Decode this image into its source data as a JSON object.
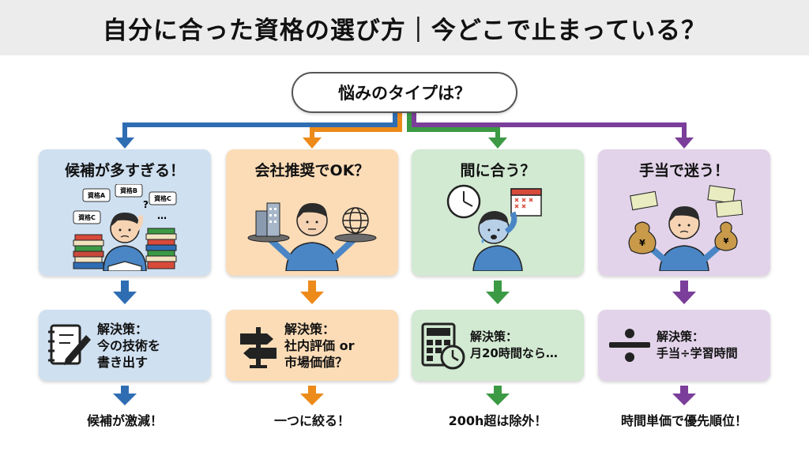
{
  "title": "自分に合った資格の選び方｜今どこで止まっている？",
  "root": "悩みのタイプは？",
  "colors": {
    "blue": "#2f6db3",
    "orange": "#ec8a1a",
    "green": "#3c9a45",
    "purple": "#7b3e9a"
  },
  "branches": [
    {
      "title": "候補が多すぎる！",
      "bubbles": [
        "資格A",
        "資格B",
        "資格C",
        "資格C",
        "?",
        "…"
      ],
      "solution": "解決策：\n今の技術を\n書き出す",
      "solution_icon": "notebook-pen-icon",
      "result": "候補が激減！"
    },
    {
      "title": "会社推奨でOK？",
      "solution": "解決策：\n社内評価 or\n市場価値？",
      "solution_icon": "signpost-icon",
      "result": "一つに絞る！"
    },
    {
      "title": "間に合う？",
      "solution": "解決策：\n月20時間なら…",
      "solution_icon": "calculator-clock-icon",
      "result": "200h超は除外！"
    },
    {
      "title": "手当で迷う！",
      "solution": "解決策：\n手当÷学習時間",
      "solution_icon": "divide-icon",
      "result": "時間単価で優先順位！"
    }
  ]
}
